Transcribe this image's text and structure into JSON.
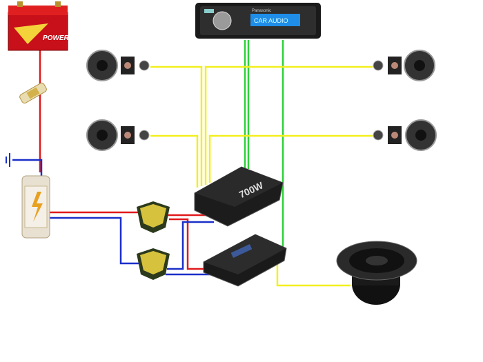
{
  "head_unit": {
    "brand": "Panasonic",
    "display_text": "CAR AUDIO"
  },
  "battery": {
    "label": "POWER"
  },
  "amplifier_1": {
    "label": "700W"
  },
  "colors": {
    "power": "#e0191b",
    "ground": "#1a2fc9",
    "speaker": "#f2ef1c",
    "remote": "#2fd13a"
  }
}
